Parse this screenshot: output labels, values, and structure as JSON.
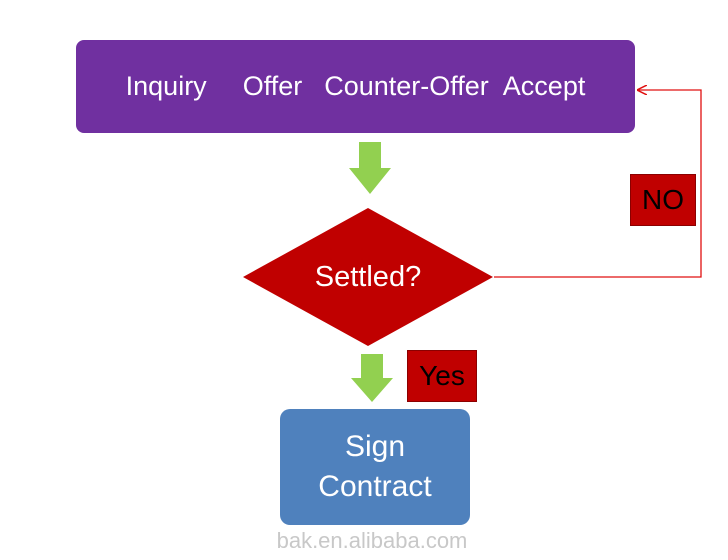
{
  "steps": {
    "inquiry": "Inquiry",
    "offer": "Offer",
    "counter_offer": "Counter-Offer",
    "accept": "Accept"
  },
  "decision": {
    "label": "Settled?"
  },
  "result": {
    "line1": "Sign",
    "line2": "Contract"
  },
  "branches": {
    "no": "NO",
    "yes": "Yes"
  },
  "watermark": "bak.en.alibaba.com",
  "colors": {
    "process_box": "#7030a0",
    "decision": "#c00000",
    "result_box": "#4f81bd",
    "flow_arrow": "#92d050",
    "loop_line": "#e01010"
  }
}
